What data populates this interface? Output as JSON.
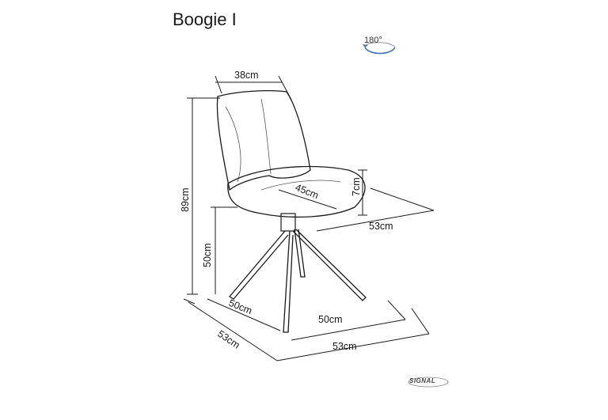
{
  "title": "Boogie I",
  "rotation_label": "180°",
  "brand_logo": "SIGNAL",
  "dimensions": {
    "seat_back_width": "38cm",
    "total_height": "89cm",
    "seat_height": "50cm",
    "seat_thickness": "7cm",
    "seat_depth": "45cm",
    "seat_width": "53cm",
    "base_depth": "50cm",
    "base_width": "50cm",
    "footprint_depth": "53cm",
    "footprint_width": "53cm"
  },
  "colors": {
    "line": "#1a1a1a",
    "rotation_accent": "#3a6fb0"
  }
}
